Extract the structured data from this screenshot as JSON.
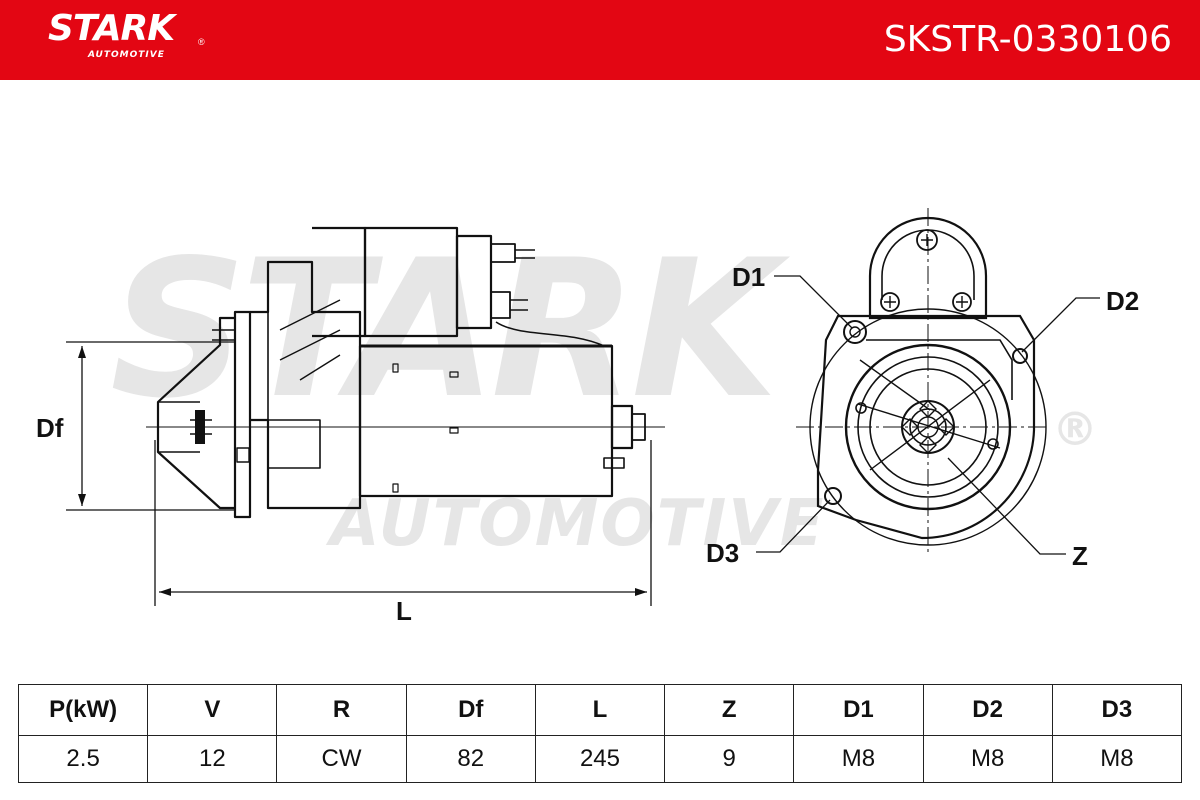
{
  "header": {
    "brand_name": "STARK",
    "brand_sub": "AUTOMOTIVE",
    "brand_registered": "®",
    "part_number": "SKSTR-0330106",
    "background_color": "#e30613"
  },
  "watermark": {
    "line1": "STARK",
    "line2": "AUTOMOTIVE",
    "registered": "®"
  },
  "diagram_labels": {
    "df": "Df",
    "l": "L",
    "d1": "D1",
    "d2": "D2",
    "d3": "D3",
    "z": "Z"
  },
  "specs": {
    "headers": [
      "P(kW)",
      "V",
      "R",
      "Df",
      "L",
      "Z",
      "D1",
      "D2",
      "D3"
    ],
    "values": [
      "2.5",
      "12",
      "CW",
      "82",
      "245",
      "9",
      "M8",
      "M8",
      "M8"
    ]
  }
}
